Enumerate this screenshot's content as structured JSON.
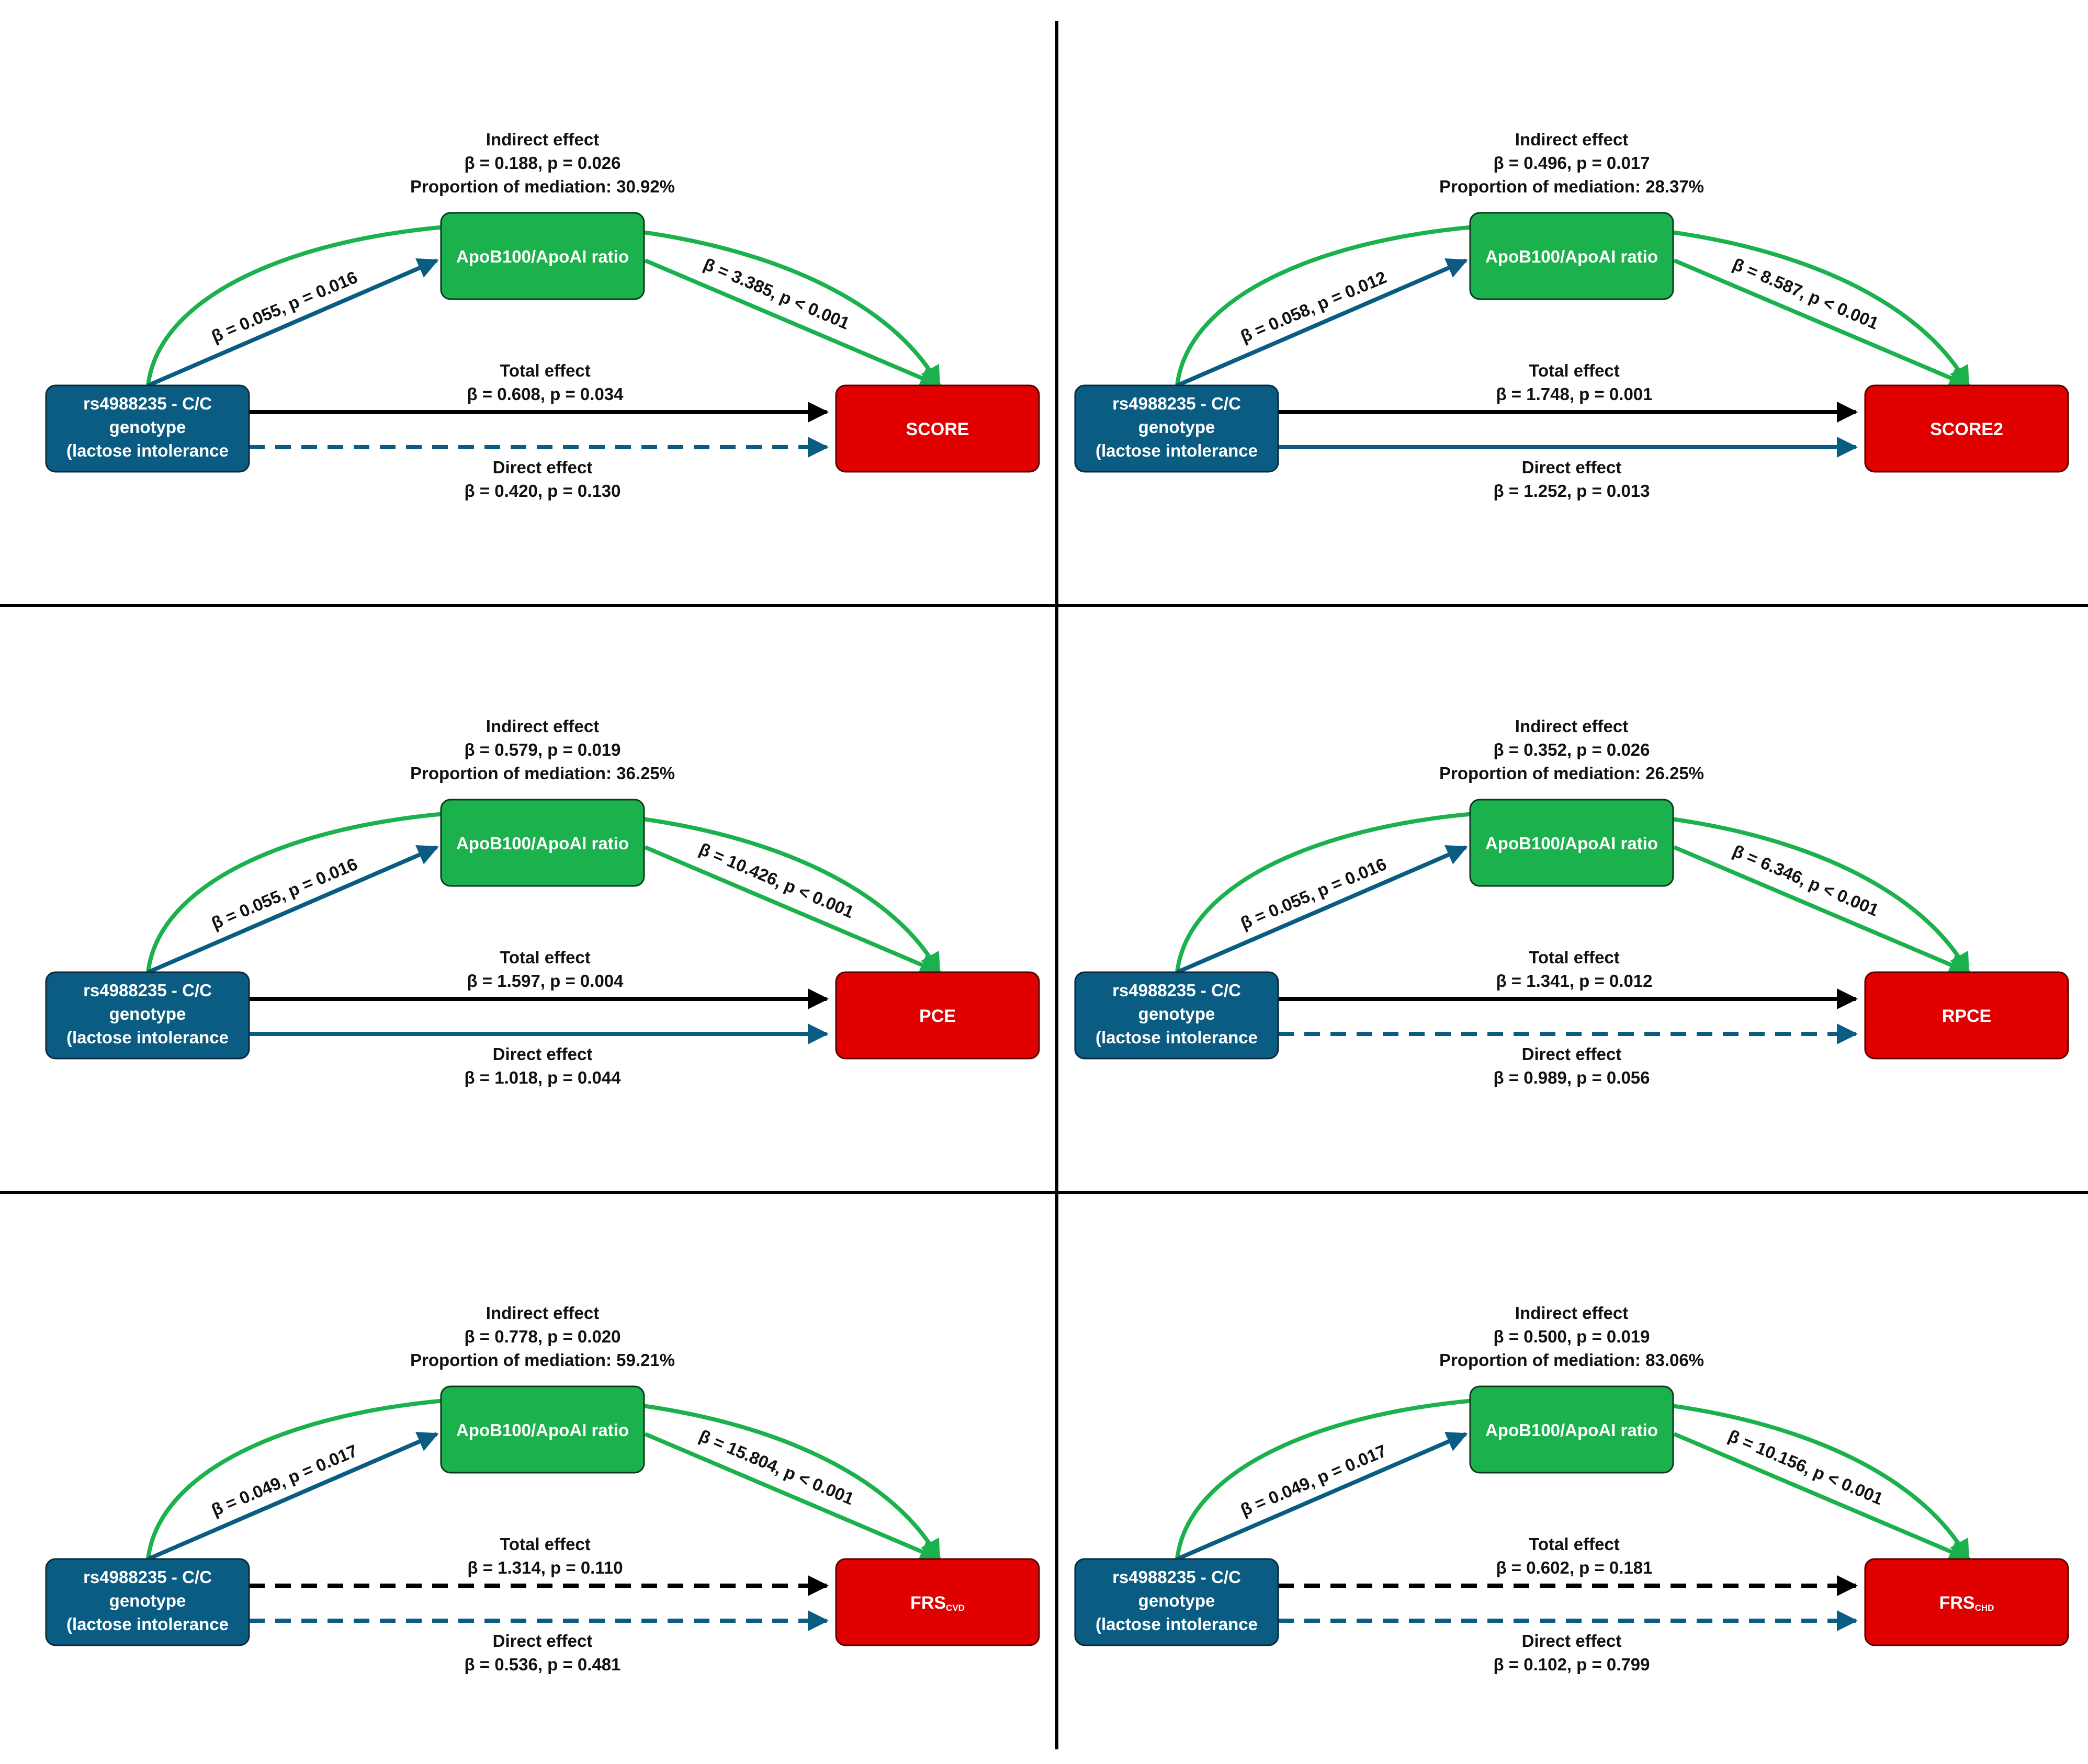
{
  "colors": {
    "exposure": "#0a5c82",
    "mediator": "#1bb14c",
    "outcome": "#e00000",
    "arrow_black": "#000000",
    "arrow_blue": "#0a5c82",
    "arrow_green": "#1bb14c"
  },
  "common": {
    "exposure_lines": [
      "rs4988235 - C/C",
      "genotype",
      "(lactose intolerance"
    ],
    "mediator_label": "ApoB100/ApoAI ratio",
    "indirect_heading": "Indirect effect",
    "total_heading": "Total effect",
    "direct_heading": "Direct effect"
  },
  "panels": [
    {
      "outcome": "SCORE",
      "outcome_sub": "",
      "a_path": "β = 0.055, p = 0.016",
      "b_path": "β = 3.385, p < 0.001",
      "indirect": "β = 0.188, p = 0.026",
      "proportion": "Proportion of mediation: 30.92%",
      "total": "β = 0.608, p = 0.034",
      "direct": "β = 0.420, p = 0.130",
      "total_significant": true,
      "direct_significant": false
    },
    {
      "outcome": "SCORE2",
      "outcome_sub": "",
      "a_path": "β = 0.058, p = 0.012",
      "b_path": "β = 8.587, p < 0.001",
      "indirect": "β = 0.496, p = 0.017",
      "proportion": "Proportion of mediation: 28.37%",
      "total": "β = 1.748, p = 0.001",
      "direct": "β = 1.252, p = 0.013",
      "total_significant": true,
      "direct_significant": true
    },
    {
      "outcome": "PCE",
      "outcome_sub": "",
      "a_path": "β = 0.055, p = 0.016",
      "b_path": "β = 10.426, p < 0.001",
      "indirect": "β = 0.579, p = 0.019",
      "proportion": "Proportion of mediation: 36.25%",
      "total": "β = 1.597, p = 0.004",
      "direct": "β = 1.018, p = 0.044",
      "total_significant": true,
      "direct_significant": true
    },
    {
      "outcome": "RPCE",
      "outcome_sub": "",
      "a_path": "β = 0.055, p = 0.016",
      "b_path": "β = 6.346, p < 0.001",
      "indirect": "β = 0.352, p = 0.026",
      "proportion": "Proportion of mediation: 26.25%",
      "total": "β = 1.341, p = 0.012",
      "direct": "β = 0.989, p = 0.056",
      "total_significant": true,
      "direct_significant": false
    },
    {
      "outcome": "FRS",
      "outcome_sub": "CVD",
      "a_path": "β = 0.049, p = 0.017",
      "b_path": "β = 15.804, p < 0.001",
      "indirect": "β = 0.778, p = 0.020",
      "proportion": "Proportion of mediation: 59.21%",
      "total": "β = 1.314, p = 0.110",
      "direct": "β = 0.536, p = 0.481",
      "total_significant": false,
      "direct_significant": false
    },
    {
      "outcome": "FRS",
      "outcome_sub": "CHD",
      "a_path": "β = 0.049, p = 0.017",
      "b_path": "β = 10.156, p < 0.001",
      "indirect": "β = 0.500, p = 0.019",
      "proportion": "Proportion of mediation: 83.06%",
      "total": "β = 0.602, p = 0.181",
      "direct": "β = 0.102, p = 0.799",
      "total_significant": false,
      "direct_significant": false
    }
  ]
}
